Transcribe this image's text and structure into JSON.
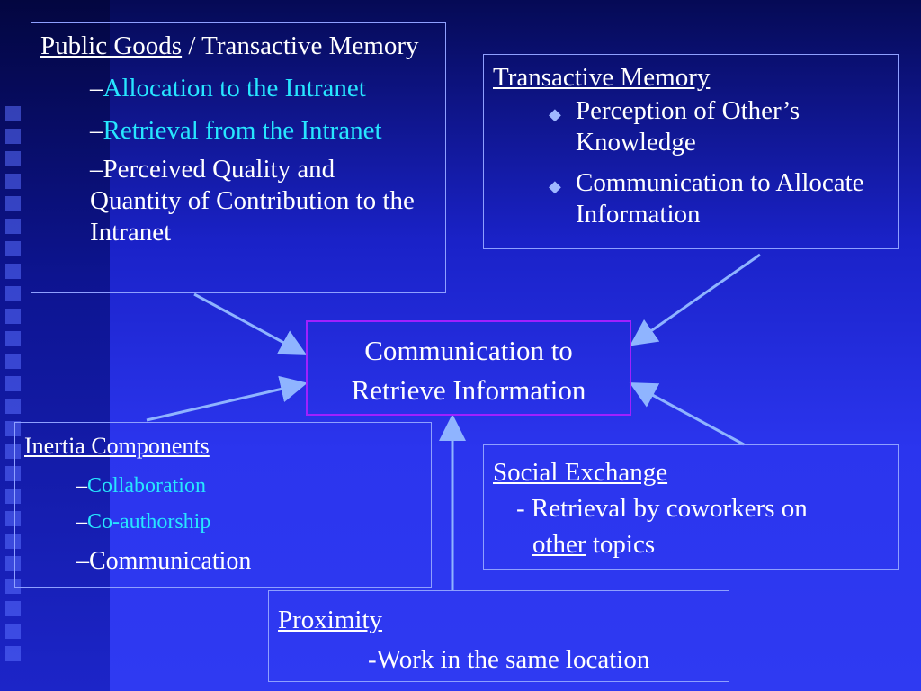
{
  "public_goods": {
    "title_underlined": "Public Goods",
    "title_rest": " / Transactive Memory",
    "items": [
      {
        "prefix": "–",
        "text": "Allocation to the Intranet"
      },
      {
        "prefix": "–",
        "text": "Retrieval from the Intranet"
      },
      {
        "prefix": "–",
        "text": "Perceived Quality and Quantity of Contribution to the Intranet"
      }
    ]
  },
  "transactive_memory": {
    "title": "Transactive Memory",
    "bullets": [
      "Perception of Other’s Knowledge",
      "Communication to Allocate Information"
    ]
  },
  "center": {
    "line1": "Communication to",
    "line2": "Retrieve Information"
  },
  "inertia": {
    "title": "Inertia Components",
    "items": [
      {
        "prefix": "–",
        "text": "Collaboration"
      },
      {
        "prefix": "–",
        "text": "Co-authorship"
      },
      {
        "prefix": "–",
        "text": "Communication"
      }
    ]
  },
  "social_exchange": {
    "title": "Social Exchange",
    "line1": "- Retrieval by coworkers on",
    "line2_underlined": "other",
    "line2_rest": " topics"
  },
  "proximity": {
    "title": "Proximity",
    "line": "-Work in the same location"
  },
  "colors": {
    "accent_cyan": "#27e6ff",
    "center_border": "#a020ff",
    "arrow": "#7fb0ff"
  }
}
